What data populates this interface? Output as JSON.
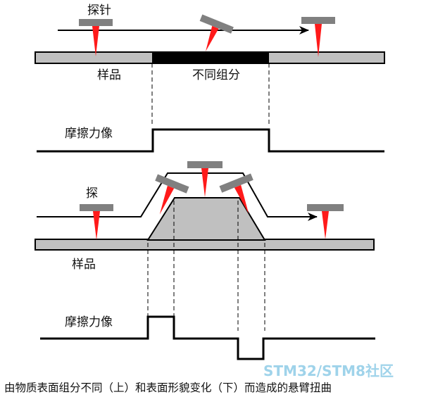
{
  "top_panel": {
    "probe_label": "探针",
    "sample_label": "样品",
    "region_label": "不同组分",
    "signal_label": "摩擦力像"
  },
  "bottom_panel": {
    "probe_label": "探",
    "sample_label": "样品",
    "signal_label": "摩擦力像"
  },
  "caption": "由物质表面组分不同（上）和表面形貌变化（下）而造成的悬臂扭曲",
  "watermark": "STM32/STM8社区",
  "colors": {
    "probe_body": "#808080",
    "probe_tip": "#ff1a1a",
    "sample_fill": "#c0c0c0",
    "region_fill": "#000000",
    "line": "#000000"
  },
  "icons": [
    "probe-icon",
    "arrow-icon"
  ]
}
